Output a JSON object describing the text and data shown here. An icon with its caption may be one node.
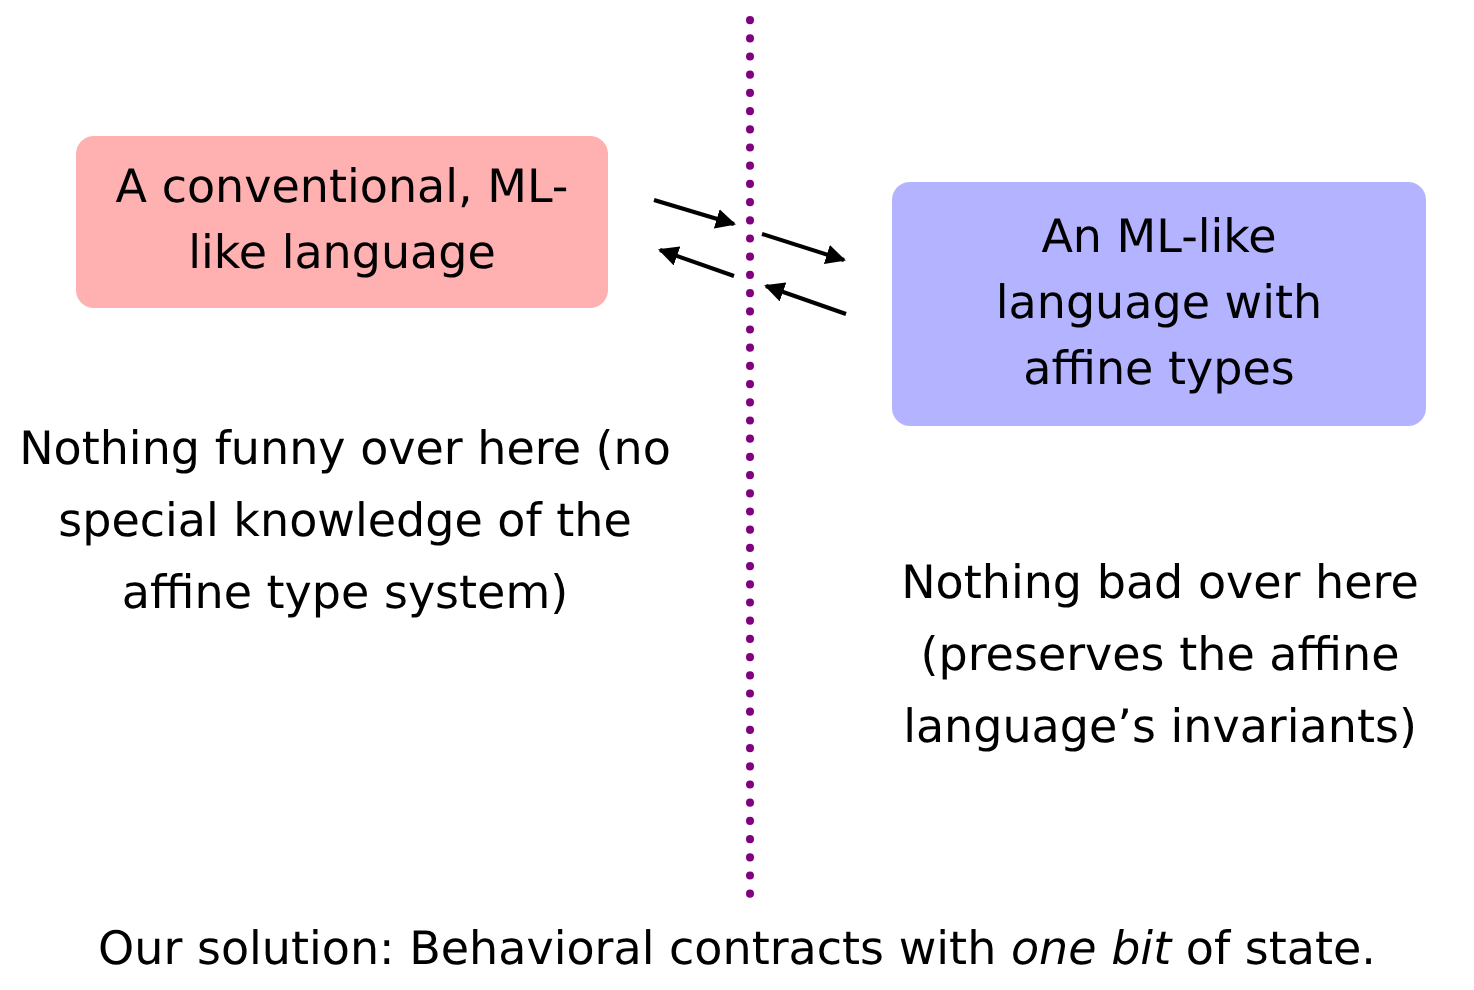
{
  "diagram": {
    "caption": "Our solution: Behavioral contracts with *one bit* of state.",
    "nodes": [
      {
        "text": [
          "A conventional, ML-like language"
        ]
      },
      {
        "text": [
          "An ML-like language with affine types"
        ]
      }
    ],
    "labels": [
      "Nothing funny over here (no special knowledge of the affine type system)",
      "Nothing bad over here (preserves the affine language’s invariants)"
    ]
  }
}
